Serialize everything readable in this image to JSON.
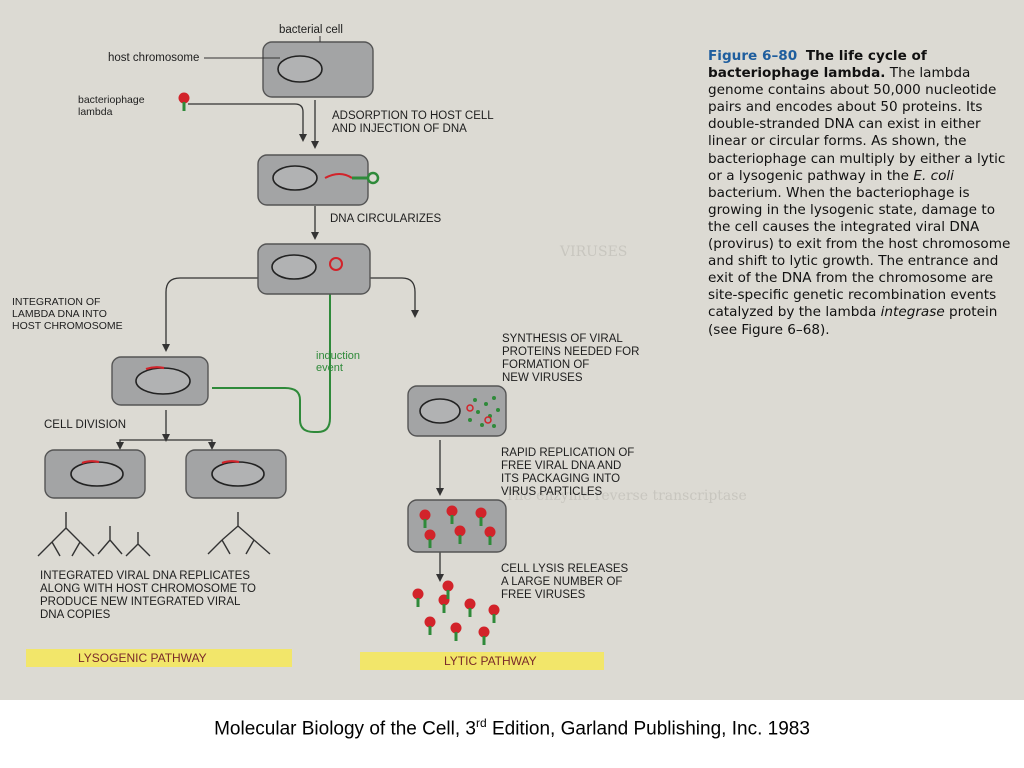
{
  "figure": {
    "labels": {
      "bacterial_cell": "bacterial cell",
      "host_chromosome": "host chromosome",
      "bacteriophage_lambda": "bacteriophage\nlambda",
      "adsorption": "ADSORPTION TO HOST CELL\nAND INJECTION OF DNA",
      "dna_circularizes": "DNA CIRCULARIZES",
      "integration": "INTEGRATION OF\nLAMBDA DNA INTO\nHOST CHROMOSOME",
      "induction_event": "induction\nevent",
      "synthesis": "SYNTHESIS OF VIRAL\nPROTEINS NEEDED FOR\nFORMATION OF\nNEW VIRUSES",
      "cell_division": "CELL DIVISION",
      "rapid_replication": "RAPID REPLICATION OF\nFREE VIRAL DNA AND\nITS PACKAGING INTO\nVIRUS PARTICLES",
      "cell_lysis": "CELL LYSIS RELEASES\nA LARGE NUMBER OF\nFREE VIRUSES",
      "integrated_replicates": "INTEGRATED VIRAL DNA REPLICATES\nALONG WITH HOST CHROMOSOME TO\nPRODUCE NEW INTEGRATED VIRAL\nDNA COPIES",
      "lysogenic_pathway": "LYSOGENIC PATHWAY",
      "lytic_pathway": "LYTIC PATHWAY"
    },
    "caption": {
      "figure_number": "Figure 6–80",
      "title": "The life cycle of bacteriophage lambda.",
      "body_1": "The lambda genome contains about 50,000 nucleotide pairs and encodes about 50 proteins. Its double-stranded DNA can exist in either linear or circular forms. As shown, the bacteriophage can multiply by either a lytic or a lysogenic pathway in the",
      "organism": "E. coli",
      "body_2": "bacterium. When the bacteriophage is growing in the lysogenic state, damage to the cell causes the integrated viral DNA (provirus) to exit from the host chromosome and shift to lytic growth. The entrance and exit of the DNA from the chromosome are site-specific genetic recombination events catalyzed by the lambda",
      "enzyme": "integrase",
      "body_3": "protein (see Figure 6–68)."
    },
    "colors": {
      "page_bg": "#dcdad3",
      "cell_fill": "#a3a4a5",
      "cell_stroke": "#555555",
      "viral_dna": "#d2232a",
      "phage_green": "#2f8a3a",
      "pathway_band": "#f2e66a"
    }
  },
  "citation": {
    "prefix": "Molecular Biology of the Cell, 3",
    "superscript": "rd",
    "suffix": " Edition, Garland Publishing, Inc. 1983"
  }
}
